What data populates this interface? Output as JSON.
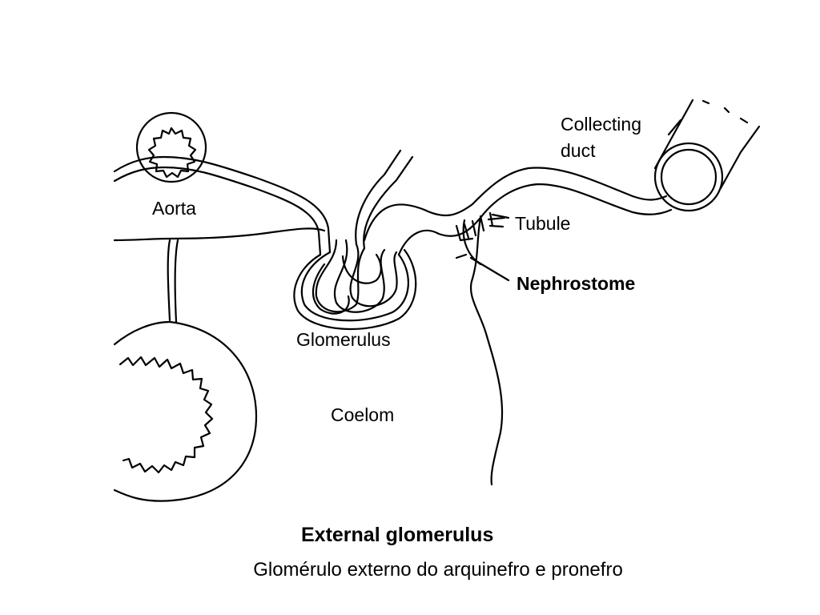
{
  "diagram": {
    "labels": {
      "aorta": "Aorta",
      "collecting_duct_line1": "Collecting",
      "collecting_duct_line2": "duct",
      "tubule": "Tubule",
      "nephrostome": "Nephrostome",
      "glomerulus": "Glomerulus",
      "coelom": "Coelom"
    },
    "title": "External glomerulus"
  },
  "caption": "Glomérulo externo do arquinefro e pronefro",
  "colors": {
    "ink": "#000000",
    "background": "#ffffff"
  }
}
